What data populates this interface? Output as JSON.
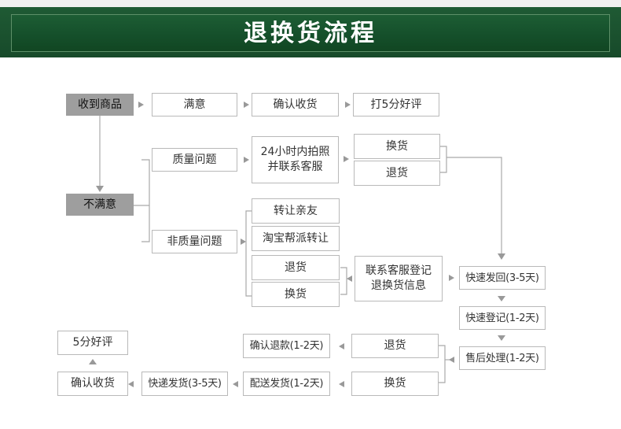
{
  "header": {
    "title": "退换货流程"
  },
  "nodes": {
    "received": "收到商品",
    "satisfied": "满意",
    "confirm_receipt_top": "确认收货",
    "five_star_top": "打5分好评",
    "not_satisfied": "不满意",
    "quality_issue": "质量问题",
    "photo_contact": "24小时内拍照\n并联系客服",
    "exchange_a": "换货",
    "return_a": "退货",
    "non_quality_issue": "非质量问题",
    "transfer_friends": "转让亲友",
    "taobao_transfer": "淘宝帮派转让",
    "return_b": "退货",
    "exchange_b": "换货",
    "contact_register": "联系客服登记\n退换货信息",
    "fast_return": "快速发回(3-5天)",
    "fast_register": "快速登记(1-2天)",
    "aftersale": "售后处理(1-2天)",
    "return_c": "退货",
    "exchange_c": "换货",
    "confirm_refund": "确认退款(1-2天)",
    "delivery": "配送发货(1-2天)",
    "express": "快递发货(3-5天)",
    "confirm_receipt_bottom": "确认收货",
    "five_star_bottom": "5分好评"
  },
  "colors": {
    "banner": "#1b5630",
    "arrow": "#999999",
    "line": "#a9a9a9",
    "dark_box": "#9e9e9e"
  }
}
